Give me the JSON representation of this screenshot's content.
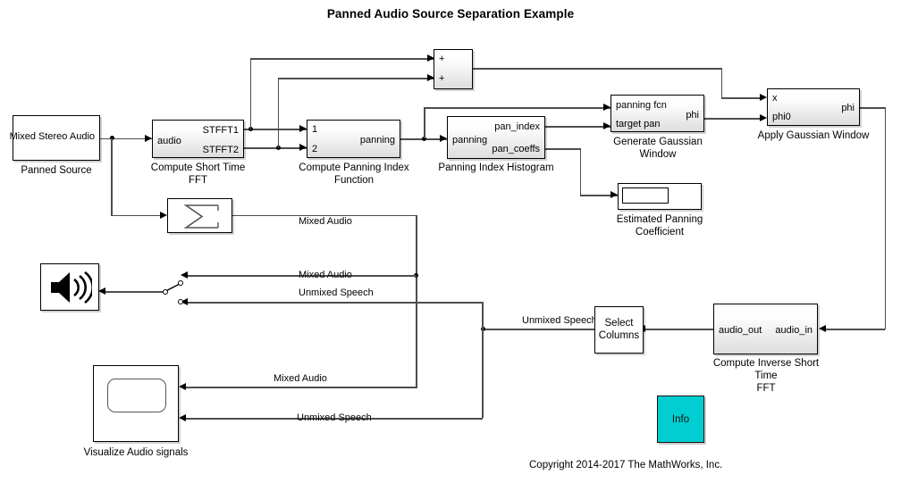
{
  "page": {
    "title": "Panned Audio Source Separation Example",
    "copyright": "Copyright 2014-2017 The MathWorks, Inc."
  },
  "colors": {
    "info_fill": "#00CED1",
    "wire": "#4d4d4d",
    "block_border": "#000000",
    "source_arrow": "#b0b0b0"
  },
  "blocks": {
    "panned_source": {
      "inner_label": "Mixed Stereo Audio",
      "caption": "Panned Source"
    },
    "stft": {
      "in1": "audio",
      "out1": "STFFT1",
      "out2": "STFFT2",
      "caption": "Compute Short Time\nFFT"
    },
    "sum": {
      "in1": "+",
      "in2": "+",
      "caption": ""
    },
    "panning_index_fcn": {
      "in1": "1",
      "in2": "2",
      "out1": "panning",
      "caption": "Compute Panning Index Function"
    },
    "histogram": {
      "in1": "panning",
      "out1": "pan_index",
      "out2": "pan_coeffs",
      "caption": "Panning Index Histogram"
    },
    "gen_gaussian": {
      "in1": "panning fcn",
      "in2": "target pan",
      "out1": "phi",
      "caption": "Generate Gaussian Window"
    },
    "apply_gaussian": {
      "in1": "x",
      "in2": "phi0",
      "out1": "phi",
      "caption": "Apply Gaussian Window"
    },
    "display": {
      "caption": "Estimated Panning Coefficient",
      "value": ""
    },
    "sigma": {
      "glyph": "sum-sigma-icon",
      "caption": ""
    },
    "speaker": {
      "glyph": "speaker-icon",
      "caption": ""
    },
    "manual_switch": {
      "caption": ""
    },
    "scope": {
      "caption": "Visualize Audio signals"
    },
    "select_columns": {
      "label": "Select\nColumns",
      "caption": ""
    },
    "istft": {
      "out1": "audio_out",
      "in1": "audio_in",
      "caption": "Compute Inverse Short Time\nFFT"
    },
    "info": {
      "label": "Info"
    }
  },
  "signal_labels": {
    "mixed_audio_1": "Mixed Audio",
    "mixed_audio_2": "Mixed Audio",
    "mixed_audio_3": "Mixed Audio",
    "unmixed_speech_1": "Unmixed Speech",
    "unmixed_speech_2": "Unmixed Speech",
    "unmixed_speech_3": "Unmixed Speech"
  }
}
